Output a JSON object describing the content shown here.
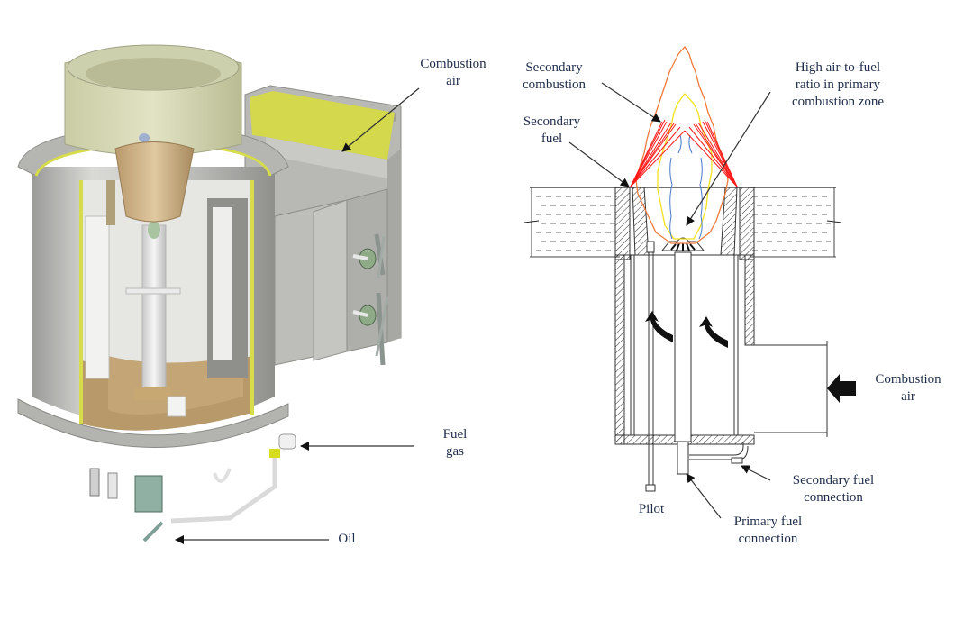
{
  "left_figure": {
    "name": "3D cutaway burner assembly",
    "labels": {
      "combustion_air": [
        "Combustion",
        "air"
      ],
      "fuel_gas": [
        "Fuel",
        "gas"
      ],
      "oil": "Oil"
    },
    "colors": {
      "casing": "#c9c9c6",
      "tile": "#d6d8b4",
      "cone": "#d3b88d",
      "floor": "#b89a6a",
      "insulation": "#d6dc4a",
      "valve": "#8faa86"
    }
  },
  "right_figure": {
    "name": "Staged-fuel burner cross-section",
    "labels": {
      "secondary_combustion": [
        "Secondary",
        "combustion"
      ],
      "secondary_fuel": [
        "Secondary",
        "fuel"
      ],
      "high_air_fuel": [
        "High air-to-fuel",
        "ratio in primary",
        "combustion zone"
      ],
      "combustion_air": [
        "Combustion",
        "air"
      ],
      "secondary_fuel_connection": [
        "Secondary fuel",
        "connection"
      ],
      "pilot": "Pilot",
      "primary_fuel_connection": [
        "Primary fuel",
        "connection"
      ]
    },
    "colors": {
      "outer_flame": "#f07a3a",
      "inner_flame": "#f2e21e",
      "secondary_jets": "#ff1a1a",
      "primary_core": "#4a78c8"
    }
  }
}
